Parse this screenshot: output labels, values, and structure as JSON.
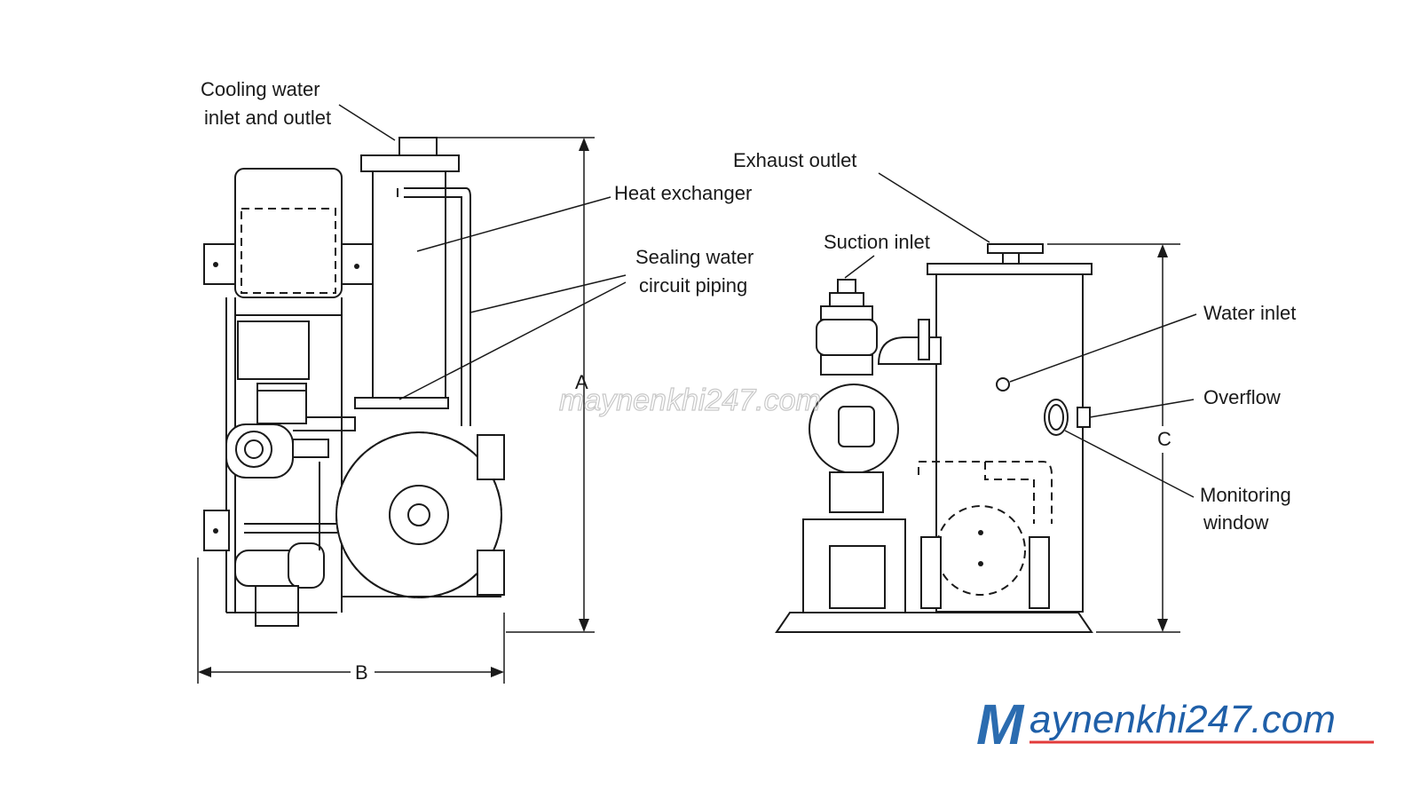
{
  "figure": {
    "left_view": {
      "labels": {
        "cooling_water": [
          "Cooling water",
          "inlet and outlet"
        ],
        "heat_exchanger": "Heat exchanger",
        "sealing_water": [
          "Sealing water",
          "circuit piping"
        ]
      },
      "dimensions": {
        "height": "A",
        "width": "B"
      }
    },
    "right_view": {
      "labels": {
        "exhaust_outlet": "Exhaust outlet",
        "suction_inlet": "Suction inlet",
        "water_inlet": "Water inlet",
        "overflow": "Overflow",
        "monitoring_window": [
          "Monitoring",
          "window"
        ]
      },
      "dimensions": {
        "height": "C"
      }
    }
  },
  "watermark": "maynenkhi247.com",
  "logo": {
    "initial": "M",
    "rest": "aynenkhi247.com",
    "underline_color": "#e23b3b",
    "text_color": "#1f5fa8"
  }
}
